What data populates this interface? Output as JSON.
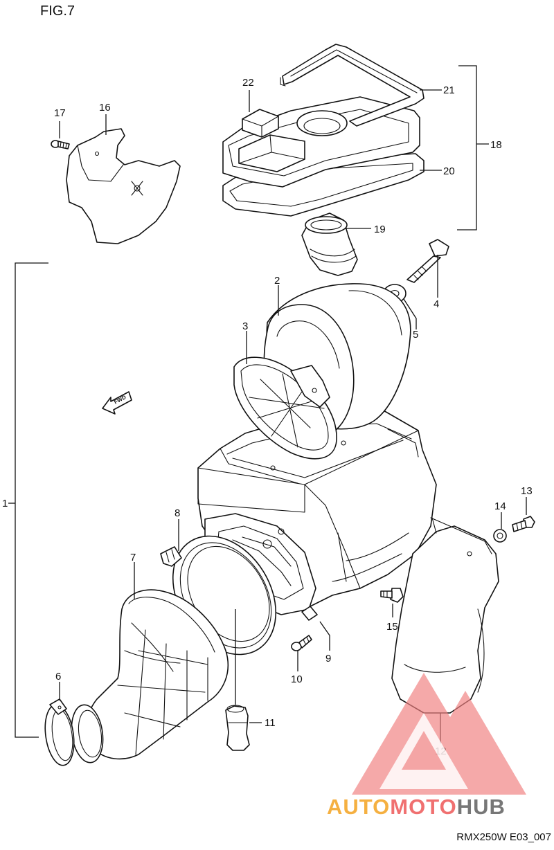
{
  "figure": {
    "title": "FIG.7",
    "code": "RMX250W E03_007"
  },
  "fwd_arrow": {
    "label": "FWD"
  },
  "callouts": [
    "1",
    "2",
    "3",
    "4",
    "5",
    "6",
    "7",
    "8",
    "9",
    "10",
    "11",
    "12",
    "13",
    "14",
    "15",
    "16",
    "17",
    "18",
    "19",
    "20",
    "21",
    "22"
  ],
  "watermark": {
    "parts": [
      "AUTO",
      "MOTO",
      "HUB"
    ],
    "colors": {
      "auto": "#f5b041",
      "moto": "#f07070",
      "hub": "#777777",
      "triangle": "#f08080"
    }
  }
}
